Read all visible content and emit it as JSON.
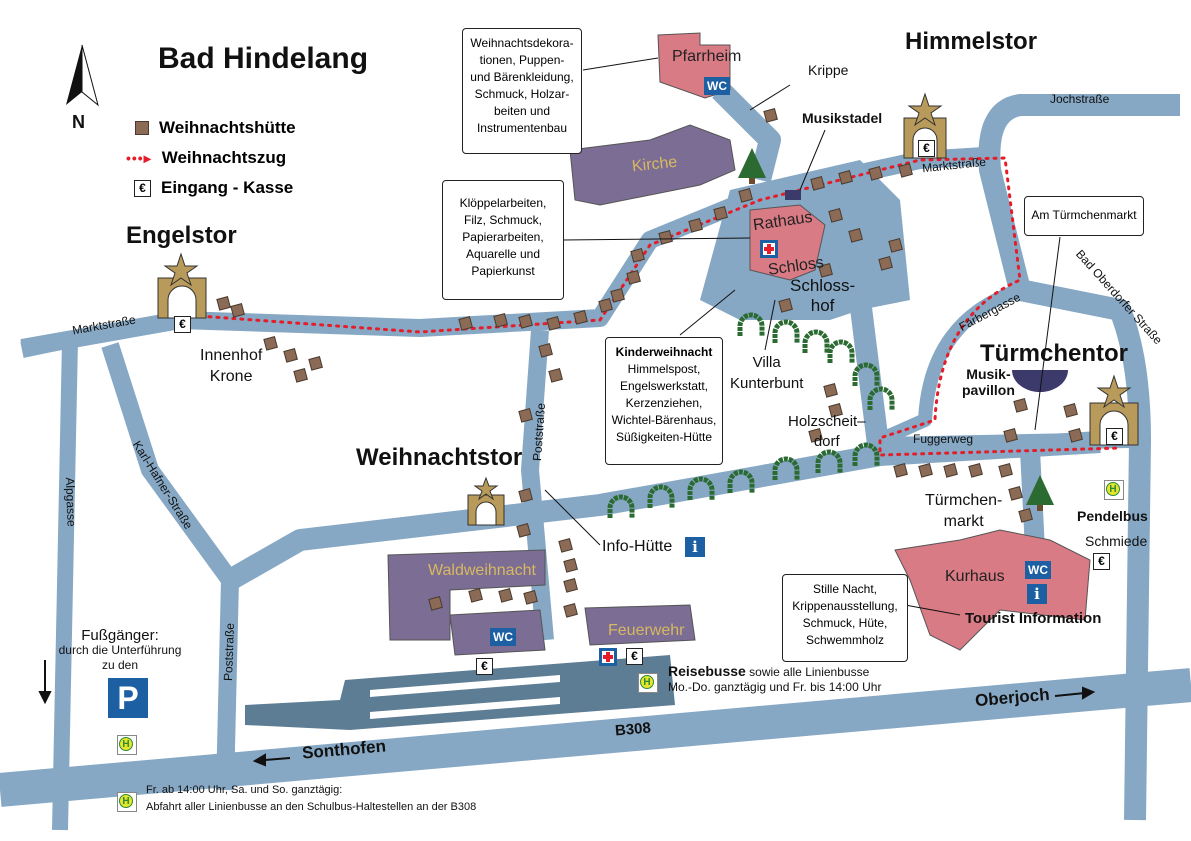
{
  "map": {
    "title": "Bad Hindelang",
    "north_label": "N",
    "legend": {
      "hut": "Weihnachtshütte",
      "train": "Weihnachtszug",
      "entrance": "Eingang - Kasse"
    },
    "gates": {
      "engelstor": "Engelstor",
      "himmelstor": "Himmelstor",
      "weihnachtstor": "Weihnachtstor",
      "tuermchentor": "Türmchentor"
    },
    "streets": {
      "marktstrasse_west": "Marktstraße",
      "marktstrasse_east": "Marktstraße",
      "jochstrasse": "Jochstraße",
      "bad_oberdorfer": "Bad Oberdorfer Straße",
      "faerbergasse": "Färbergasse",
      "fuggerweg": "Fuggerweg",
      "poststrasse_north": "Poststraße",
      "poststrasse_south": "Poststraße",
      "karl_hafner": "Karl-Hafner-Straße",
      "alpgasse": "Alpgasse",
      "b308": "B308",
      "sonthofen": "Sonthofen",
      "oberjoch": "Oberjoch"
    },
    "buildings": {
      "pfarrheim": "Pfarrheim",
      "kirche": "Kirche",
      "rathaus": "Rathaus",
      "schloss": "Schloss",
      "waldweihnacht": "Waldweihnacht",
      "feuerwehr": "Feuerwehr",
      "kurhaus": "Kurhaus"
    },
    "places": {
      "krippe": "Krippe",
      "musikstadel": "Musikstadel",
      "schlosshof_1": "Schloss-",
      "schlosshof_2": "hof",
      "innenhof_1": "Innenhof",
      "innenhof_2": "Krone",
      "villa_1": "Villa",
      "villa_2": "Kunterbunt",
      "holz_1": "Holzscheit–",
      "holz_2": "dorf",
      "musik_1": "Musik-",
      "musik_2": "pavillon",
      "tmarkt_1": "Türmchen-",
      "tmarkt_2": "markt",
      "pendelbus": "Pendelbus",
      "schmiede": "Schmiede",
      "tourist_info": "Tourist Information",
      "info_huette": "Info-Hütte"
    },
    "scrolls": {
      "weihnachtsdeko": [
        "Weihnachtsdekora-",
        "tionen, Puppen-",
        "und Bärenkleidung,",
        "Schmuck, Holzar-",
        "beiten und",
        "Instrumentenbau"
      ],
      "kloeppel": [
        "Klöppelarbeiten,",
        "Filz, Schmuck,",
        "Papierarbeiten,",
        "Aquarelle und",
        "Papierkunst"
      ],
      "kinder_title": "Kinderweihnacht",
      "kinder": [
        "Himmelspost,",
        "Engelswerkstatt,",
        "Kerzenziehen,",
        "Wichtel-Bärenhaus,",
        "Süßigkeiten-Hütte"
      ],
      "am_tuermchenmarkt": "Am Türmchenmarkt",
      "stille_nacht": [
        "Stille Nacht,",
        "Krippenausstellung,",
        "Schmuck, Hüte,",
        "Schwemmholz"
      ]
    },
    "notes": {
      "fussgaenger_title": "Fußgänger:",
      "fussgaenger_1": "durch die Unterführung",
      "fussgaenger_2": "zu den",
      "parking": "P",
      "reisebusse_bold": "Reisebusse",
      "reisebusse_rest": " sowie alle Linienbusse",
      "reisebusse_2": "Mo.-Do. ganztägig und Fr. bis 14:00 Uhr",
      "weekend_1": "Fr. ab 14:00 Uhr, Sa. und So. ganztägig:",
      "weekend_2": "Abfahrt aller Linienbusse an den Schulbus-Haltestellen an der B308"
    },
    "symbols": {
      "wc": "WC",
      "euro": "€",
      "info": "i",
      "bus_stop": "H"
    },
    "colors": {
      "road": "#86a8c4",
      "road_dark": "#5d7d94",
      "building_pink": "#d97b84",
      "building_purple": "#7b6d94",
      "hut": "#8b6b55",
      "gate": "#b89a5a",
      "arch": "#2b6b32",
      "train": "#e31e2a",
      "brand_blue": "#1d5fa3"
    }
  }
}
